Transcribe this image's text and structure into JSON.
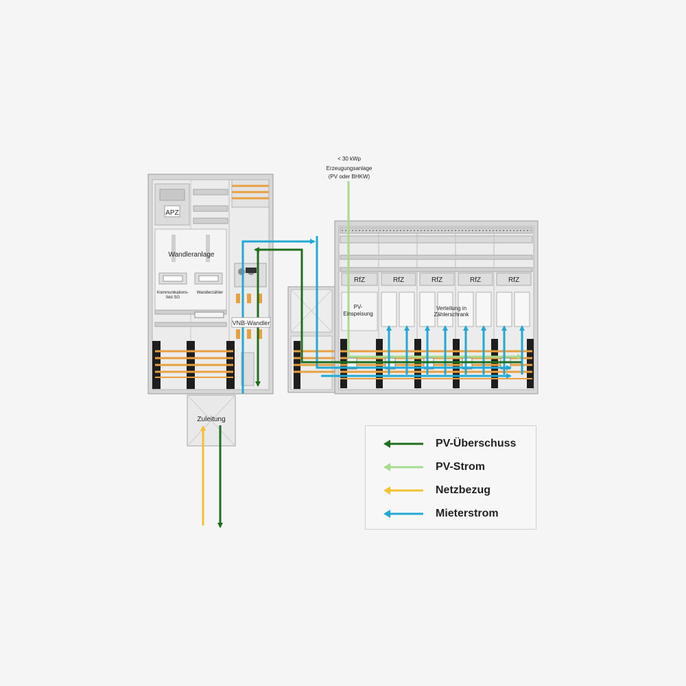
{
  "labels": {
    "apz": "APZ",
    "wandleranlage": "Wandleranlage",
    "komm_1": "Kommunikations-",
    "komm_2": "feld SG",
    "wandlerzaehler": "Wandlerzähler",
    "vnb_wandler": "VNB-Wandler",
    "zuleitung": "Zuleitung",
    "source_1": "< 30 kWp",
    "source_2": "Erzeugungsanlage",
    "source_3": "(PV oder BHKW)",
    "rfz": "RfZ",
    "pv_einspeisung_1": "PV-",
    "pv_einspeisung_2": "Einspeisung",
    "verteilung_1": "Verteilung in",
    "verteilung_2": "Zählerschrank"
  },
  "legend": [
    {
      "label": "PV-Überschuss",
      "color": "#1f6e1f"
    },
    {
      "label": "PV-Strom",
      "color": "#a6dc8c"
    },
    {
      "label": "Netzbezug",
      "color": "#f2c12e"
    },
    {
      "label": "Mieterstrom",
      "color": "#21a9d3"
    }
  ],
  "colors": {
    "pv_ueberschuss": "#1f6e1f",
    "pv_strom": "#a6dc8c",
    "netzbezug": "#f2c12e",
    "mieterstrom": "#21a9d3",
    "busbar": "#e8a040"
  }
}
